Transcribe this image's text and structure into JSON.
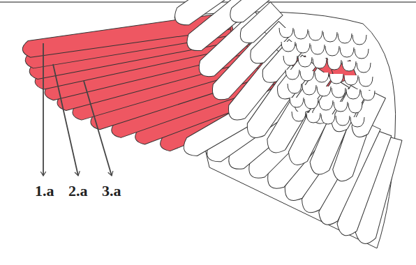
{
  "diagram": {
    "labels": [
      "1.a",
      "2.a",
      "3.a"
    ]
  }
}
